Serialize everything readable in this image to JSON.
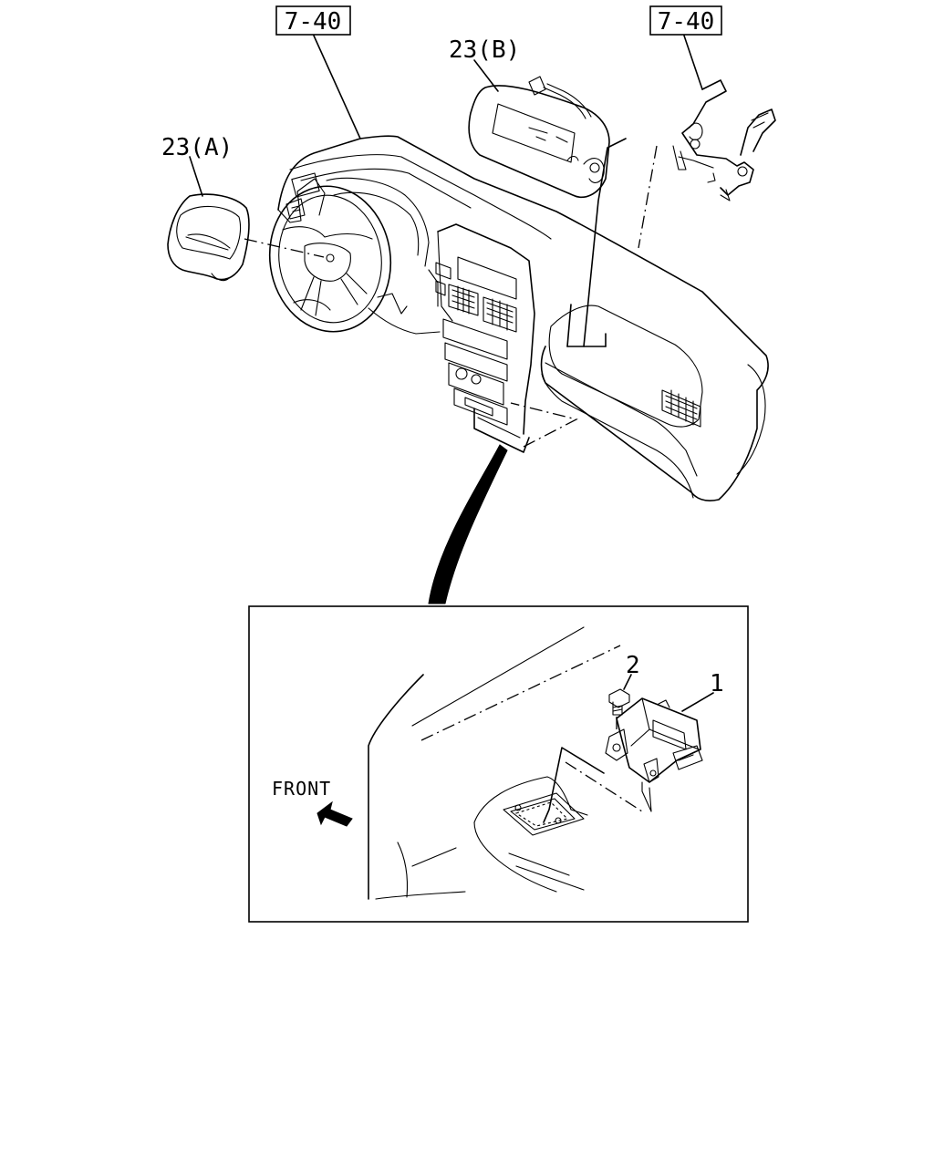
{
  "labels": {
    "ref_left": "7-40",
    "ref_right": "7-40",
    "airbag_driver": "23(A)",
    "airbag_passenger": "23(B)",
    "part_1": "1",
    "part_2": "2",
    "front": "FRONT"
  }
}
